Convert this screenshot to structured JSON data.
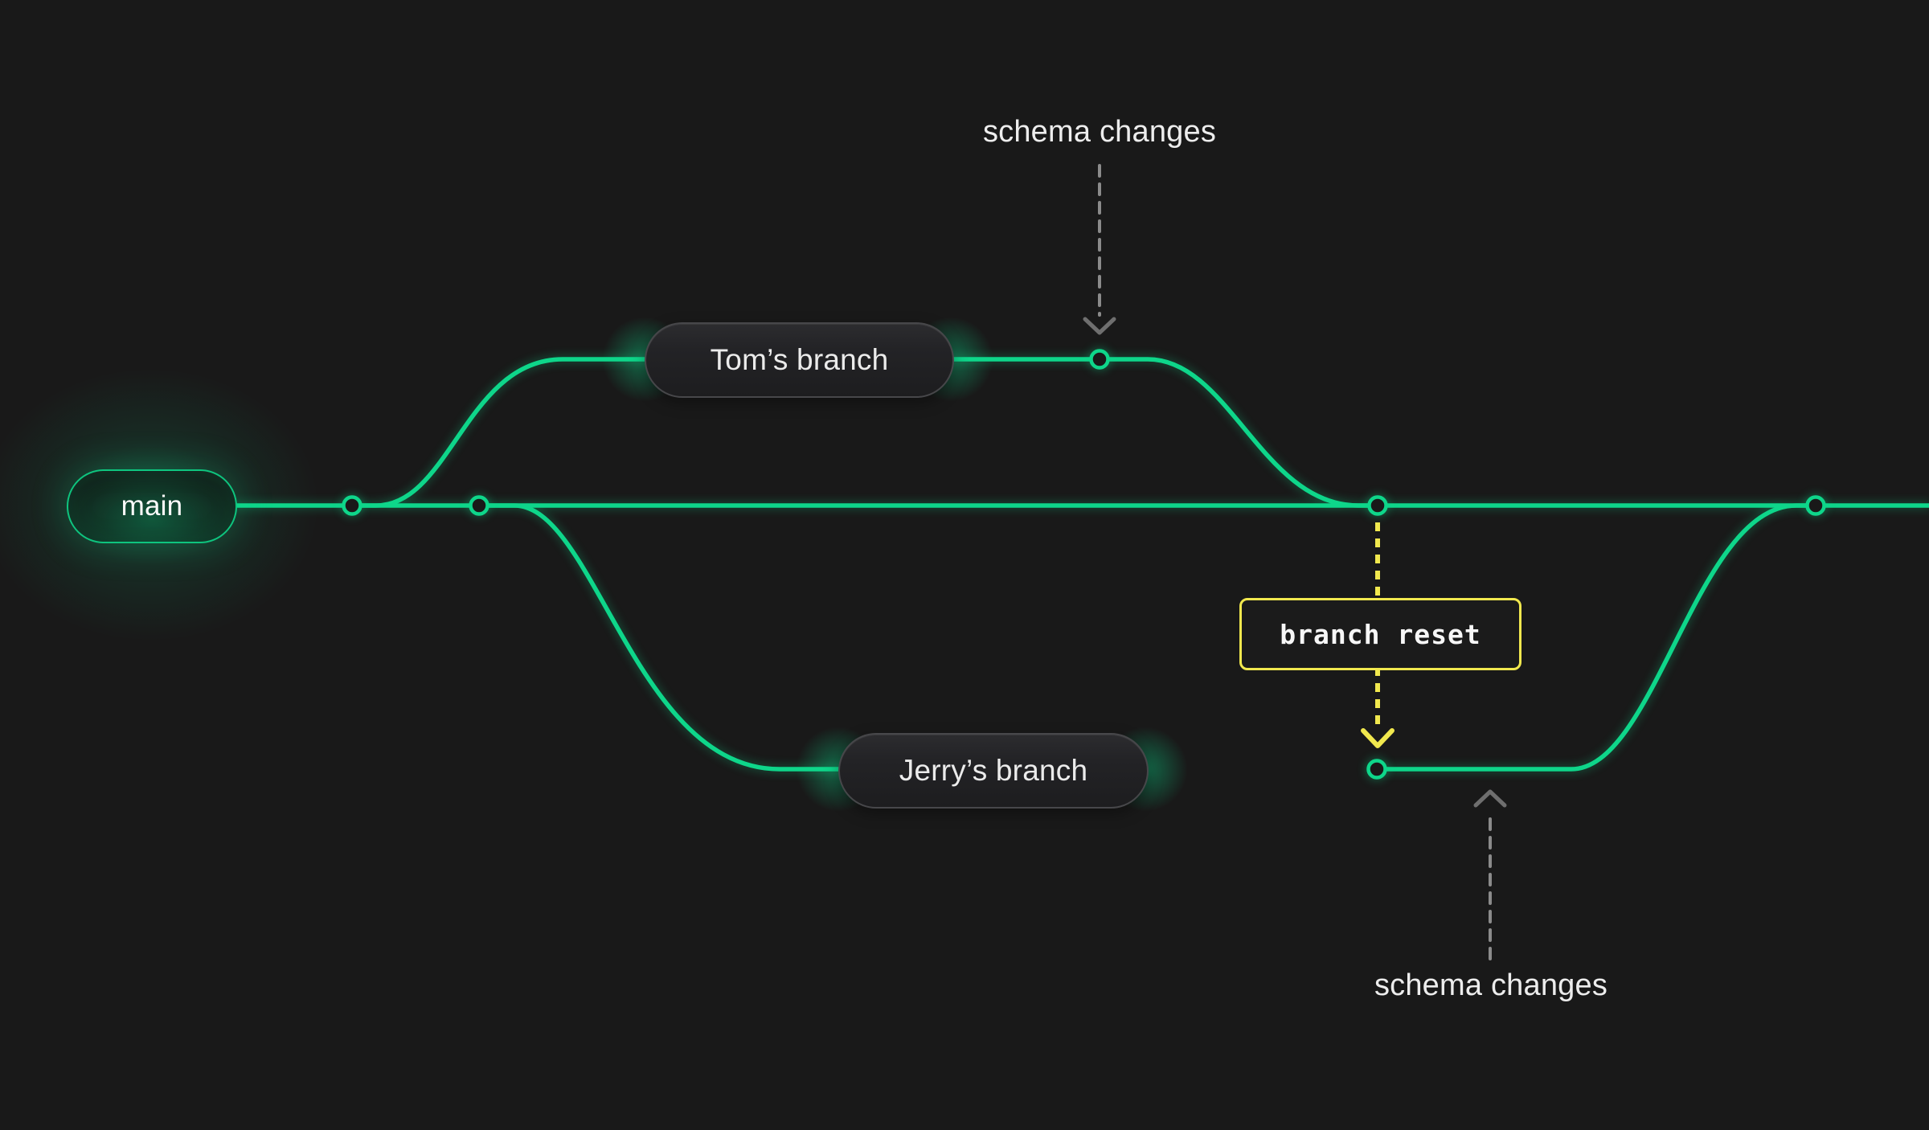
{
  "diagram": {
    "title_hint": "git branch workflow illustration",
    "colors": {
      "bg": "#191919",
      "green": "#0ed68a",
      "green-dim": "#0e6a4a",
      "yellow": "#f1e84e",
      "gray-dash": "#8b8b8b",
      "gray-arrow": "#6f6f6f",
      "text": "#ededed",
      "pill-text": "#ebebeb",
      "node-fill": "#191919"
    },
    "branches": {
      "main_label": "main",
      "tom_label": "Tom’s branch",
      "jerry_label": "Jerry’s branch"
    },
    "annotations": {
      "schema_changes_top": "schema changes",
      "schema_changes_bottom": "schema changes",
      "branch_reset": "branch reset"
    },
    "commit_nodes_count": 6
  }
}
